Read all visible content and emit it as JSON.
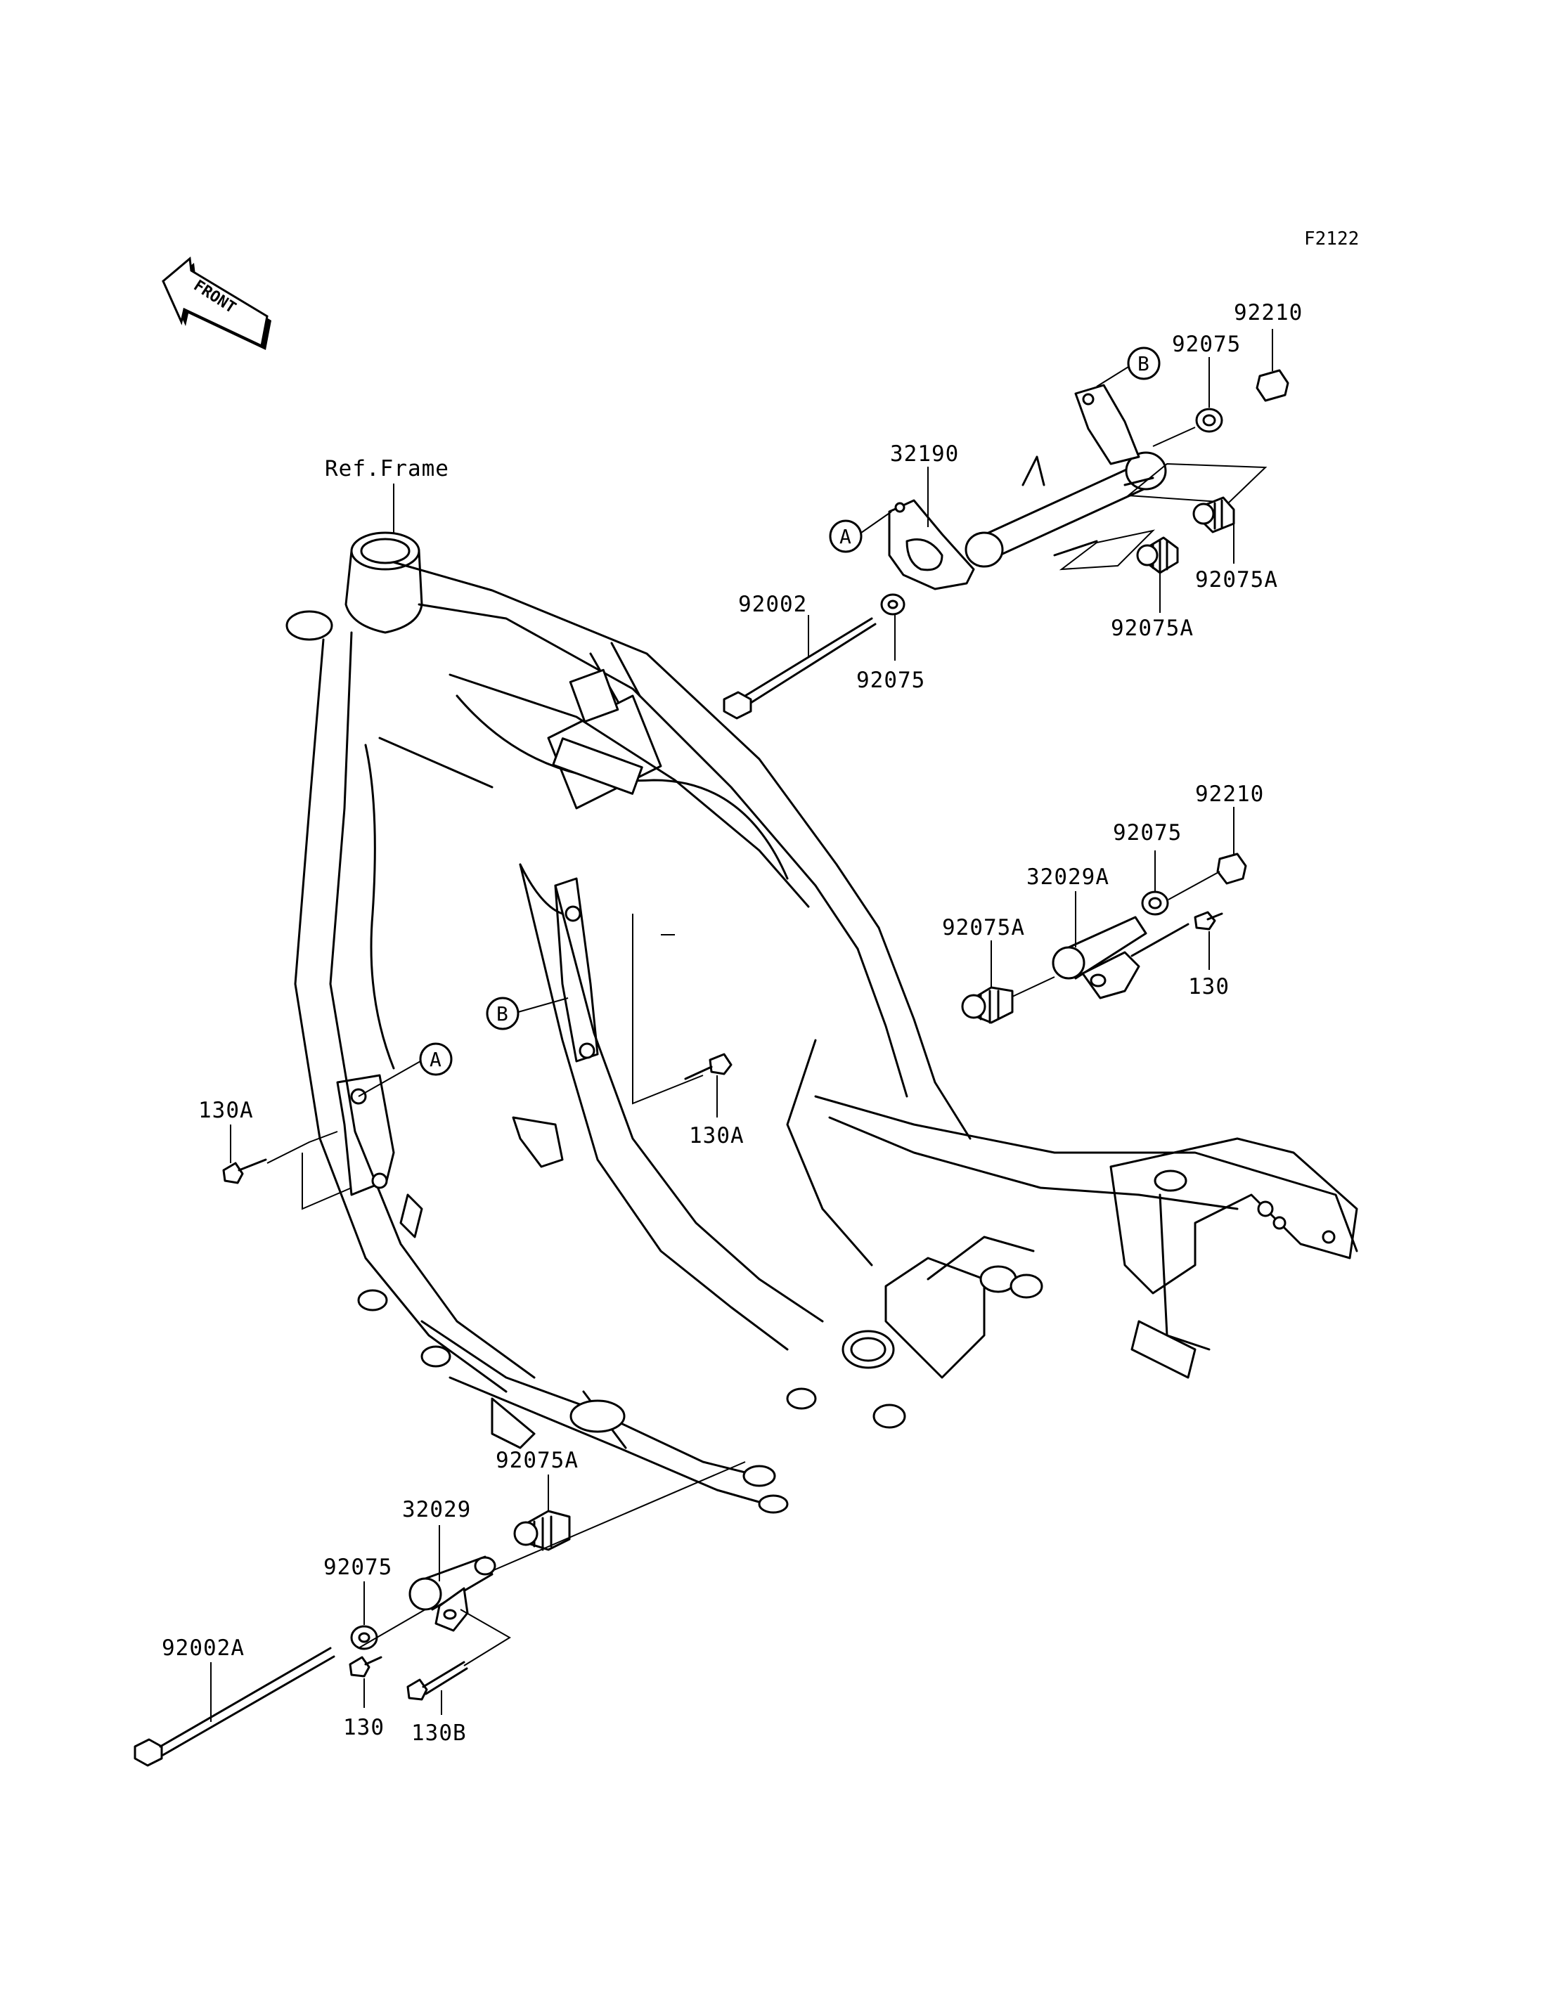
{
  "diagram_code": "F2122",
  "front_label": "FRONT",
  "ref_frame": "Ref.Frame",
  "circle_markers": {
    "a": "A",
    "b": "B"
  },
  "parts": {
    "p92210_top": "92210",
    "p92075_top": "92075",
    "p32190": "32190",
    "p92075A_right": "92075A",
    "p92075A_mid": "92075A",
    "p92002": "92002",
    "p92075_mid": "92075",
    "p92210_right": "92210",
    "p92075_right": "92075",
    "p32029A": "32029A",
    "p92075A_left": "92075A",
    "p130_right": "130",
    "p130A_center": "130A",
    "p130A_left": "130A",
    "p92075A_bottom": "92075A",
    "p32029": "32029",
    "p92075_bottom": "92075",
    "p92002A": "92002A",
    "p130_bottom": "130",
    "p130B": "130B"
  }
}
